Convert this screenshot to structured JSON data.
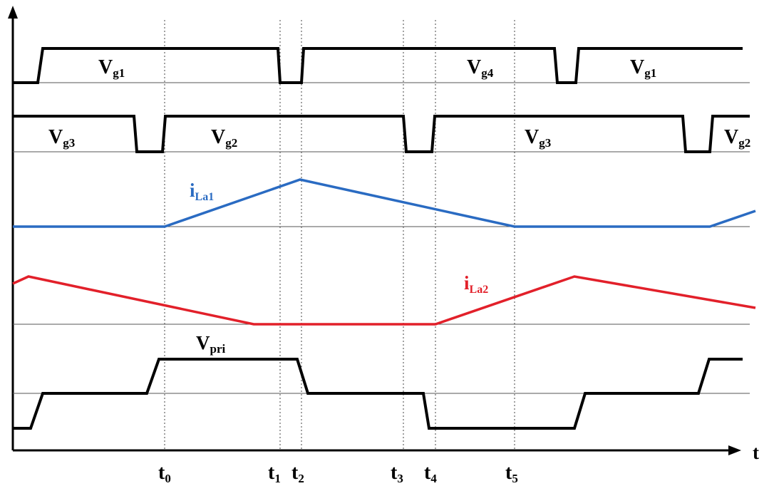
{
  "colors": {
    "ink": "#000000",
    "blue": "#2a6bc2",
    "red": "#e2202a",
    "grid": "#555555"
  },
  "labels": {
    "vg1_left": {
      "main": "V",
      "sub": "g1"
    },
    "vg4": {
      "main": "V",
      "sub": "g4"
    },
    "vg1_right": {
      "main": "V",
      "sub": "g1"
    },
    "vg3_left": {
      "main": "V",
      "sub": "g3"
    },
    "vg2": {
      "main": "V",
      "sub": "g2"
    },
    "vg3_right": {
      "main": "V",
      "sub": "g3"
    },
    "vg2_cut": {
      "main": "V",
      "sub": "g2"
    },
    "ila1": {
      "main": "i",
      "sub": "La1"
    },
    "ila2": {
      "main": "i",
      "sub": "La2"
    },
    "vpri": {
      "main": "V",
      "sub": "pri"
    }
  },
  "time_axis": {
    "label": "t",
    "marks": [
      {
        "main": "t",
        "sub": "0"
      },
      {
        "main": "t",
        "sub": "1"
      },
      {
        "main": "t",
        "sub": "2"
      },
      {
        "main": "t",
        "sub": "3"
      },
      {
        "main": "t",
        "sub": "4"
      },
      {
        "main": "t",
        "sub": "5"
      }
    ]
  }
}
